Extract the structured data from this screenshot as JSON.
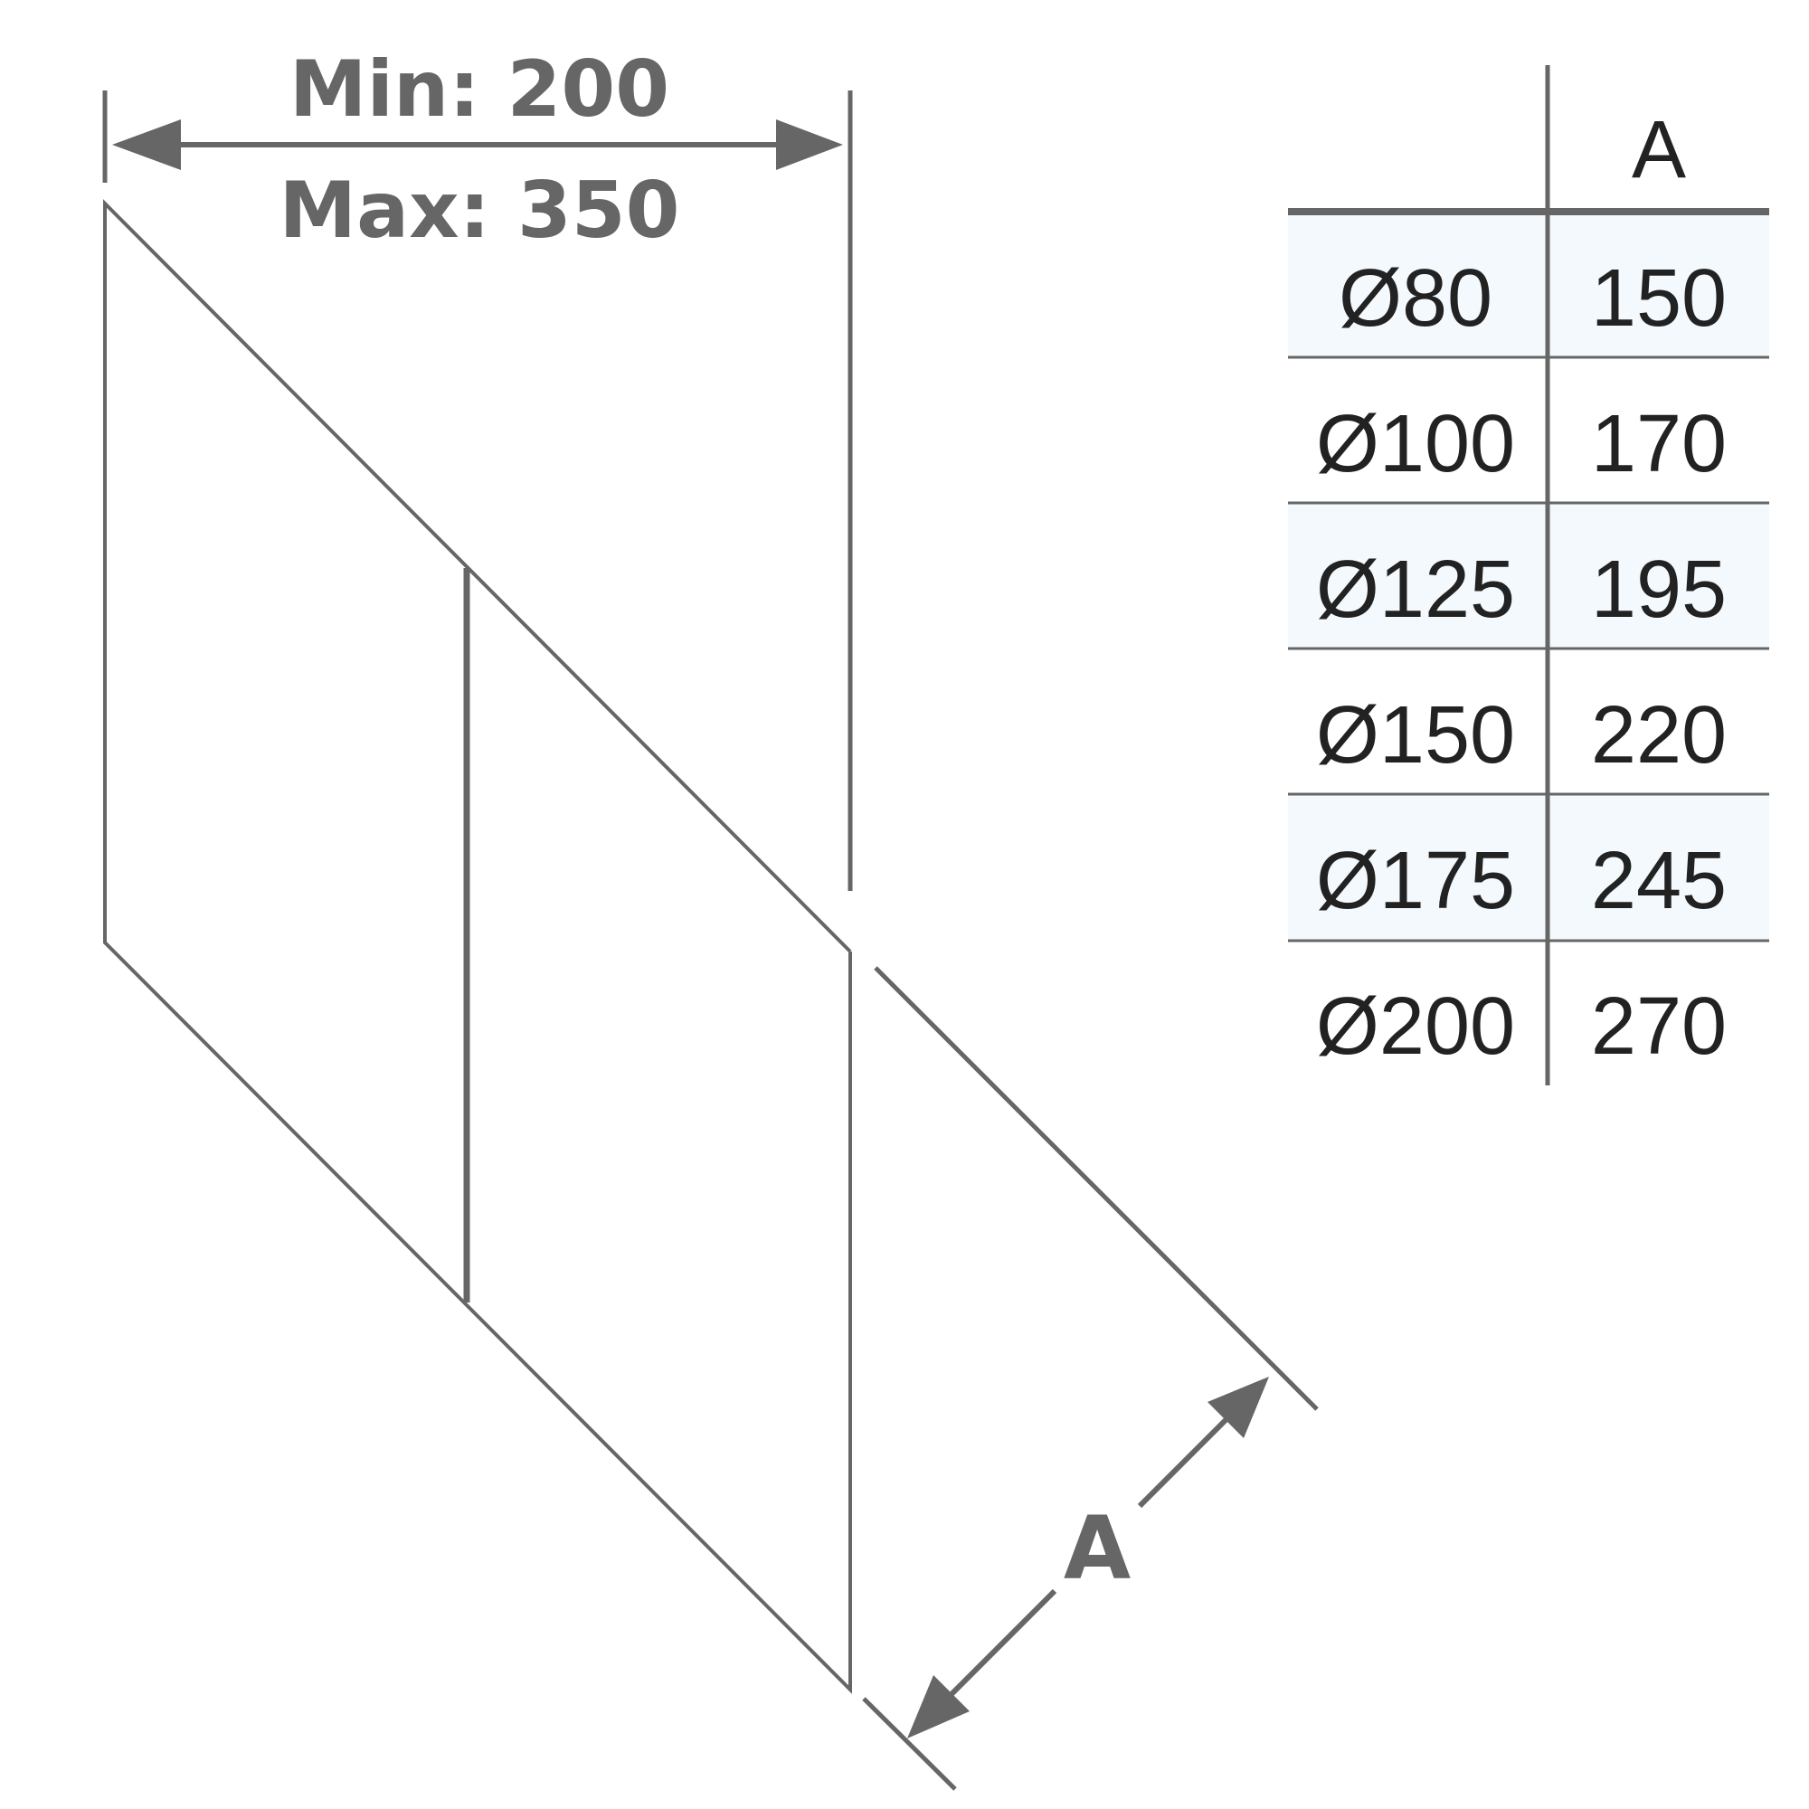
{
  "dimension": {
    "min_label": "Min: 200",
    "max_label": "Max: 350"
  },
  "dimension_a_label": "A",
  "table": {
    "header": [
      "",
      "A"
    ],
    "rows": [
      {
        "diameter": "Ø80",
        "a": "150"
      },
      {
        "diameter": "Ø100",
        "a": "170"
      },
      {
        "diameter": "Ø125",
        "a": "195"
      },
      {
        "diameter": "Ø150",
        "a": "220"
      },
      {
        "diameter": "Ø175",
        "a": "245"
      },
      {
        "diameter": "Ø200",
        "a": "270"
      }
    ]
  },
  "colors": {
    "line": "#666666",
    "row_band": "#f3f9fc",
    "text_dark": "#222222"
  }
}
